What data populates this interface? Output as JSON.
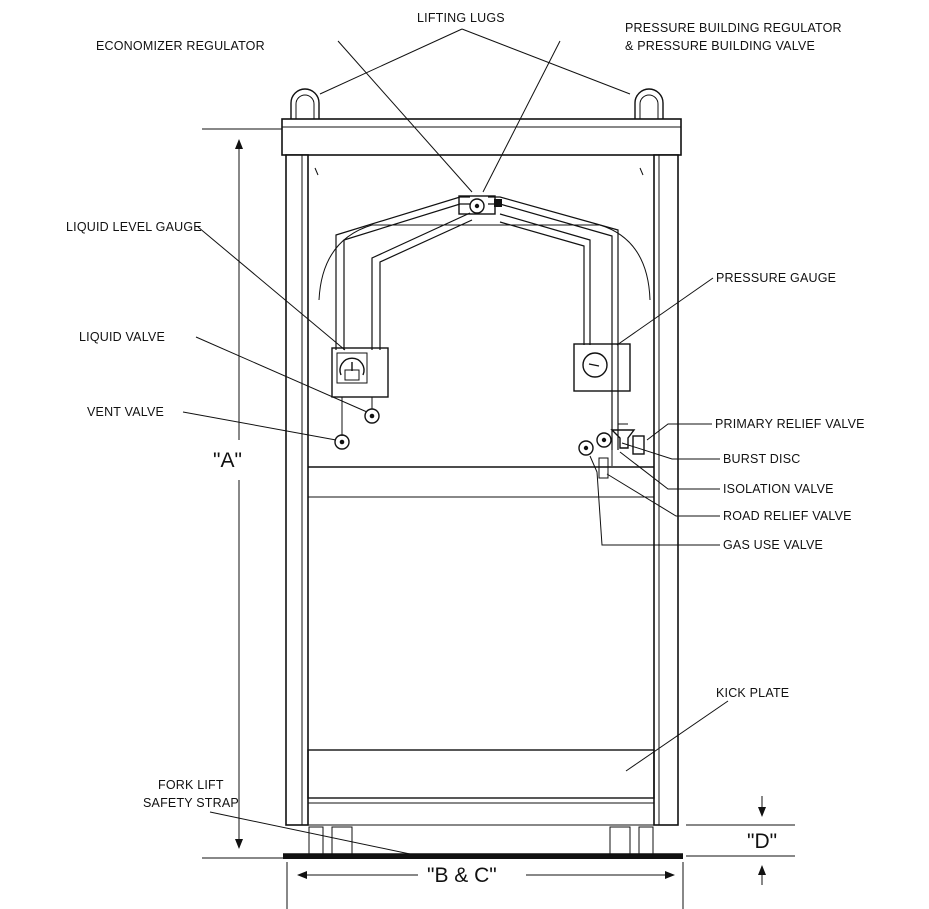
{
  "labels": {
    "lifting_lugs": "LIFTING LUGS",
    "economizer_regulator": "ECONOMIZER REGULATOR",
    "pressure_building_1": "PRESSURE BUILDING REGULATOR",
    "pressure_building_2": "& PRESSURE BUILDING VALVE",
    "liquid_level_gauge": "LIQUID LEVEL GAUGE",
    "pressure_gauge": "PRESSURE GAUGE",
    "liquid_valve": "LIQUID VALVE",
    "vent_valve": "VENT VALVE",
    "primary_relief_valve": "PRIMARY RELIEF VALVE",
    "burst_disc": "BURST DISC",
    "isolation_valve": "ISOLATION VALVE",
    "road_relief_valve": "ROAD RELIEF VALVE",
    "gas_use_valve": "GAS USE VALVE",
    "kick_plate": "KICK PLATE",
    "fork_lift_1": "FORK LIFT",
    "fork_lift_2": "SAFETY STRAP"
  },
  "dimensions": {
    "a": "\"A\"",
    "bc": "\"B & C\"",
    "d": "\"D\""
  }
}
